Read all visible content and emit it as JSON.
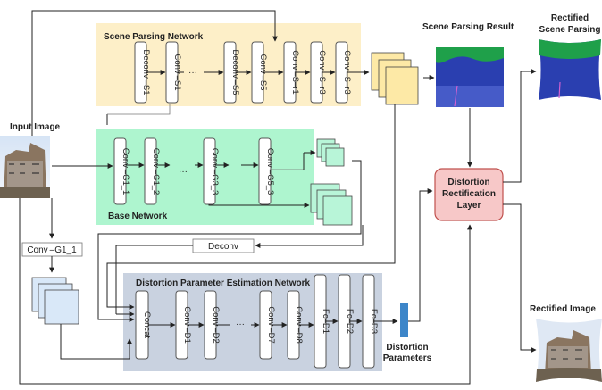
{
  "input": {
    "title": "Input Image"
  },
  "scene_parsing": {
    "title": "Scene Parsing Network",
    "layers": [
      "Deconv –S1",
      "Conv –S1",
      "Deconv –S5",
      "Conv –S5",
      "Conv –S–r1",
      "Conv –S–r3",
      "Conv –S–r3"
    ],
    "ellipsis": "···",
    "result_title": "Scene Parsing Result"
  },
  "rectified_scene": {
    "title_line1": "Rectified",
    "title_line2": "Scene Parsing"
  },
  "base_network": {
    "title": "Base Network",
    "layers": [
      "Conv –G1_1",
      "Conv –G1_2",
      "Conv –G3_3",
      "Conv –G5_3"
    ],
    "ellipsis": "···"
  },
  "side_boxes": {
    "conv_g1_1": "Conv –G1_1",
    "deconv": "Deconv"
  },
  "distortion_rectification": {
    "line1": "Distortion",
    "line2": "Rectification",
    "line3": "Layer"
  },
  "dpe_network": {
    "title": "Distortion Parameter Estimation Network",
    "layers": [
      "Concat",
      "Conv –D1",
      "Conv –D2",
      "Conv –D7",
      "Conv –D8",
      "Fc–D1",
      "Fc–D2",
      "Fc–D3"
    ],
    "ellipsis": "···"
  },
  "distortion_parameters": {
    "line1": "Distortion",
    "line2": "Parameters"
  },
  "rectified_image": {
    "title": "Rectified Image"
  },
  "colors": {
    "scene_panel": "#fdefc8",
    "base_panel": "#aef5cf",
    "dpe_panel": "#c9d2e0",
    "rect_layer": "#f7c8c8",
    "rect_layer_border": "#c0504d",
    "feature_map": "#fde9a6",
    "base_feature": "#b8f5d8",
    "dpe_feature": "#d9e8f8",
    "param_bar": "#3d86c9",
    "seg_sky": "#1fa04a",
    "seg_building": "#2a3fb0",
    "seg_ground": "#5a6ed8"
  }
}
